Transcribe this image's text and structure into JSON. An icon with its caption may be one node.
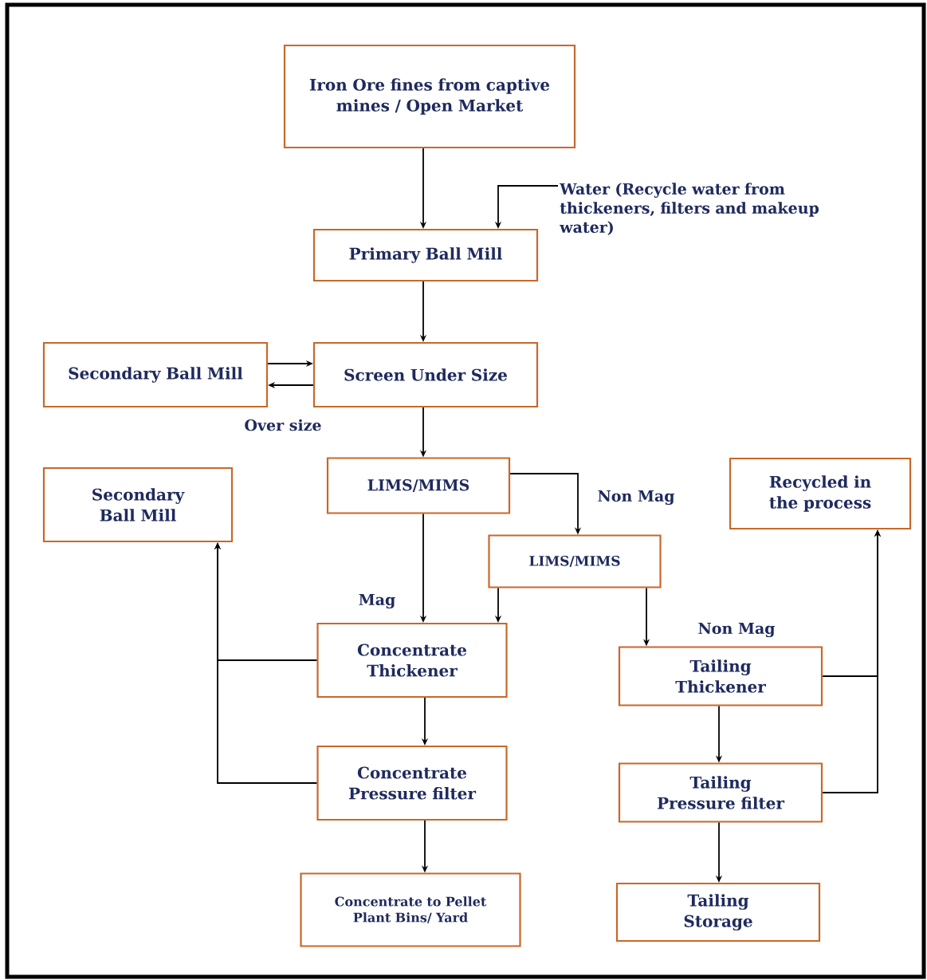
{
  "diagram": {
    "nodes": [
      {
        "text": [
          "Iron Ore fines from captive mines / Open Market"
        ]
      },
      {
        "text": [
          "Primary Ball Mill"
        ]
      },
      {
        "text": [
          "Water (Recycle water from thickeners, filters and makeup water)"
        ]
      },
      {
        "text": [
          "Secondary Ball Mill"
        ]
      },
      {
        "text": [
          "Screen Under Size"
        ]
      },
      {
        "text": [
          "LIMS/MIMS"
        ]
      },
      {
        "text": [
          "Secondary Ball Mill"
        ]
      },
      {
        "text": [
          "Recycled in the process"
        ]
      },
      {
        "text": [
          "LIMS/MIMS"
        ]
      },
      {
        "text": [
          "Concentrate Thickener"
        ]
      },
      {
        "text": [
          "Tailing Thickener"
        ]
      },
      {
        "text": [
          "Concentrate Pressure filter"
        ]
      },
      {
        "text": [
          "Tailing Pressure filter"
        ]
      },
      {
        "text": [
          "Concentrate to Pellet Plant Bins/ Yard"
        ]
      },
      {
        "text": [
          "Tailing Storage"
        ]
      }
    ],
    "edges": [
      {
        "from": 0,
        "to": 1,
        "arrow": "to"
      },
      {
        "from": 2,
        "to": 1,
        "arrow": "to"
      },
      {
        "from": 3,
        "to": 4,
        "arrow": "to"
      },
      {
        "from": 4,
        "to": 3,
        "arrow": "to",
        "label": "Over size"
      },
      {
        "from": 1,
        "to": 4,
        "arrow": "to"
      },
      {
        "from": 4,
        "to": 5,
        "arrow": "to"
      },
      {
        "from": 5,
        "to": 8,
        "arrow": "to",
        "label": "Non Mag"
      },
      {
        "from": 5,
        "to": 9,
        "arrow": "to",
        "label": "Mag"
      },
      {
        "from": 8,
        "to": 9,
        "arrow": "to"
      },
      {
        "from": 8,
        "to": 10,
        "arrow": "to",
        "label": "Non Mag"
      },
      {
        "from": 9,
        "to": 6,
        "arrow": "to"
      },
      {
        "from": 11,
        "to": 6,
        "arrow": "to"
      },
      {
        "from": 9,
        "to": 11,
        "arrow": "to"
      },
      {
        "from": 11,
        "to": 13,
        "arrow": "to"
      },
      {
        "from": 10,
        "to": 7,
        "arrow": "to"
      },
      {
        "from": 12,
        "to": 7,
        "arrow": "to"
      },
      {
        "from": 10,
        "to": 12,
        "arrow": "to"
      },
      {
        "from": 12,
        "to": 14,
        "arrow": "to"
      }
    ]
  }
}
